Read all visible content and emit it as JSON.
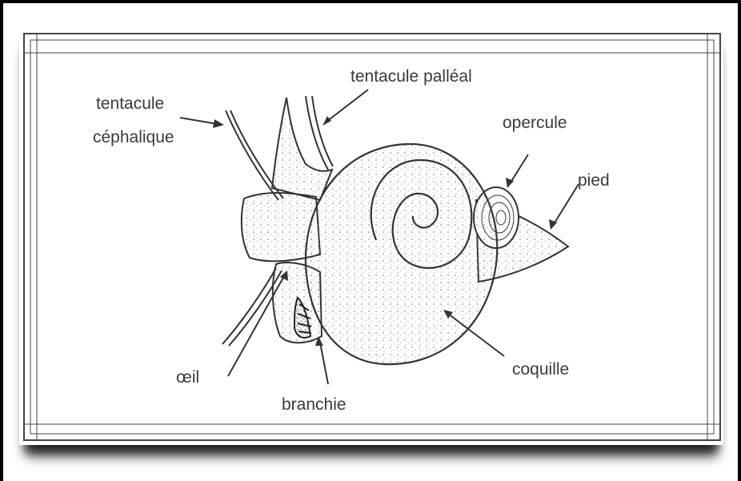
{
  "diagram": {
    "labels": {
      "tentacule_palleal": "tentacule palléal",
      "tentacule_cephalique_line1": "tentacule",
      "tentacule_cephalique_line2": "céphalique",
      "opercule": "opercule",
      "pied": "pied",
      "coquille": "coquille",
      "oeil": "œil",
      "branchie": "branchie"
    }
  }
}
